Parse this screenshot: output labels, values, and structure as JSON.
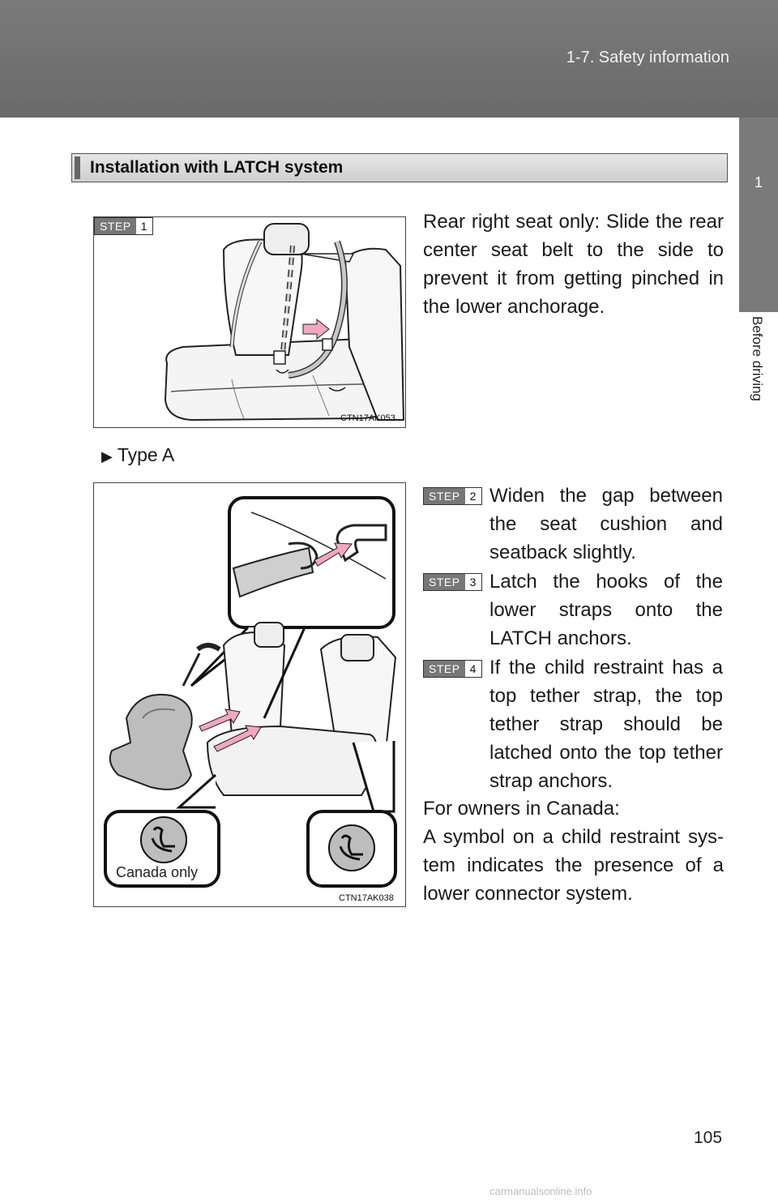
{
  "header": {
    "section": "1-7. Safety information",
    "chapter_number": "1",
    "chapter_label": "Before driving"
  },
  "title": "Installation with LATCH system",
  "step1": {
    "word": "STEP",
    "number": "1",
    "text": "Rear right seat only: Slide the rear center seat belt to the side to prevent it from getting pinched in the lower anchorage.",
    "figure_code": "CTN17AK053"
  },
  "type_label": "Type A",
  "steps": [
    {
      "word": "STEP",
      "number": "2",
      "text": "Widen the gap between the seat cushion and seatback slightly."
    },
    {
      "word": "STEP",
      "number": "3",
      "text": "Latch the hooks of the lower straps onto the LATCH anchors."
    },
    {
      "word": "STEP",
      "number": "4",
      "text": "If the child restraint has a top tether strap, the top tether strap should be latched onto the top tether strap anchors."
    }
  ],
  "figure2": {
    "code": "CTN17AK038",
    "canada_label": "Canada only"
  },
  "canada_heading": "For owners in Canada:",
  "canada_text": "A symbol on a child restraint sys-tem indicates the presence of a lower connector system.",
  "page_number": "105",
  "watermark": "carmanualsonline.info",
  "colors": {
    "header": "#707070",
    "arrow_pink": "#f3a6c0",
    "seat_gray": "#d8d8d8"
  }
}
